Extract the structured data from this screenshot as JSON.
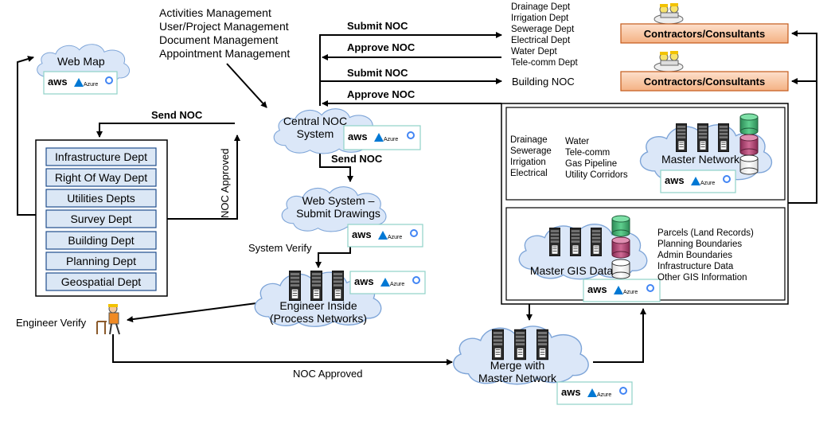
{
  "activities": [
    "Activities Management",
    "User/Project Management",
    "Document Management",
    "Appointment Management"
  ],
  "web_map": {
    "label": "Web Map"
  },
  "logo": {
    "aws": "aws",
    "azure": "Azure",
    "gcloud": "Google Cloud"
  },
  "central": {
    "line1": "Central NOC",
    "line2": "System"
  },
  "departments": [
    "Infrastructure Dept",
    "Right Of Way Dept",
    "Utilities Depts",
    "Survey Dept",
    "Building Dept",
    "Planning Dept",
    "Geospatial Dept"
  ],
  "labels": {
    "send_noc_top": "Send NOC",
    "noc_approved_vertical": "NOC Approved",
    "submit_noc_1": "Submit NOC",
    "approve_noc_1": "Approve NOC",
    "submit_noc_2": "Submit NOC",
    "approve_noc_2": "Approve NOC",
    "send_noc_mid": "Send NOC",
    "system_verify": "System Verify",
    "engineer_verify": "Engineer Verify",
    "noc_approved_bottom": "NOC Approved",
    "building_noc": "Building NOC"
  },
  "utility_depts": [
    "Drainage Dept",
    "Irrigation Dept",
    "Sewerage Dept",
    "Electrical Dept",
    "Water Dept",
    "Tele-comm Dept"
  ],
  "contractors": [
    "Contractors/Consultants",
    "Contractors/Consultants"
  ],
  "web_system": {
    "line1": "Web System –",
    "line2": "Submit Drawings"
  },
  "engineer": {
    "line1": "Engineer Inside",
    "line2": "(Process Networks)"
  },
  "merge": {
    "line1": "Merge with",
    "line2": "Master Network"
  },
  "network_col1": [
    "Drainage",
    "Sewerage",
    "Irrigation",
    "Electrical"
  ],
  "network_col2": [
    "Water",
    "Tele-comm",
    "Gas Pipeline",
    "Utility Corridors"
  ],
  "master_network": {
    "label": "Master Network"
  },
  "master_gis": {
    "label": "Master GIS Data"
  },
  "gis_list": [
    "Parcels (Land Records)",
    "Planning Boundaries",
    "Admin Boundaries",
    "Infrastructure Data",
    "Other GIS Information"
  ],
  "colors": {
    "dept_fill": "#dbe7f5",
    "cloud_fill": "#dbe7f8",
    "contractor_fill": "#f4b183",
    "db_green": "#3cb371",
    "db_maroon": "#b0406e"
  }
}
